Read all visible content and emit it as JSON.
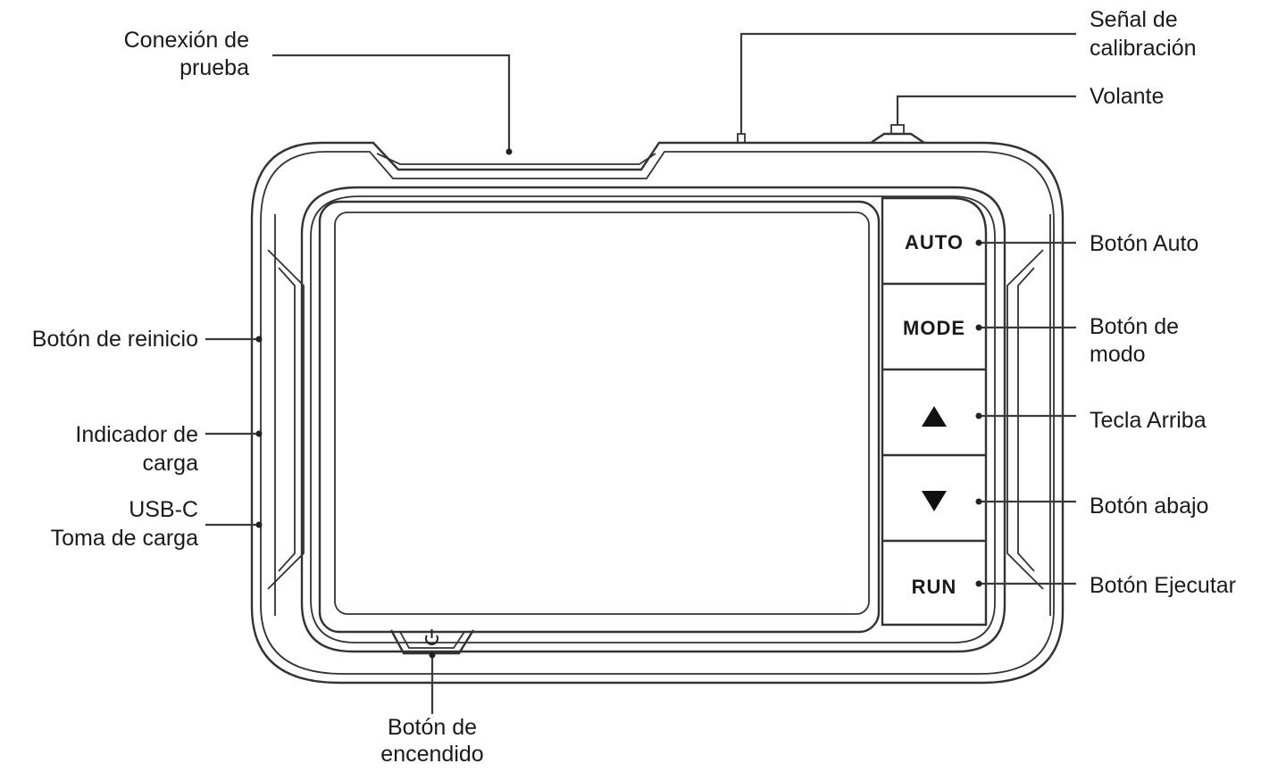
{
  "labels": {
    "test_connection": [
      "Conexión de",
      "prueba"
    ],
    "calibration_signal": [
      "Señal de",
      "calibración"
    ],
    "wheel": "Volante",
    "auto_button": "Botón Auto",
    "mode_button": [
      "Botón de",
      "modo"
    ],
    "up_key": "Tecla Arriba",
    "down_button": "Botón abajo",
    "run_button": "Botón Ejecutar",
    "reset_button": "Botón de reinicio",
    "charge_indicator": [
      "Indicador de",
      "carga"
    ],
    "usb_c": [
      "USB-C",
      "Toma de carga"
    ],
    "power_button": [
      "Botón de",
      "encendido"
    ]
  },
  "device": {
    "keys": {
      "auto": "AUTO",
      "mode": "MODE",
      "run": "RUN"
    },
    "icons": {
      "up": "triangle-up-icon",
      "down": "triangle-down-icon",
      "power": "power-icon"
    },
    "outline_color": "#333333"
  }
}
